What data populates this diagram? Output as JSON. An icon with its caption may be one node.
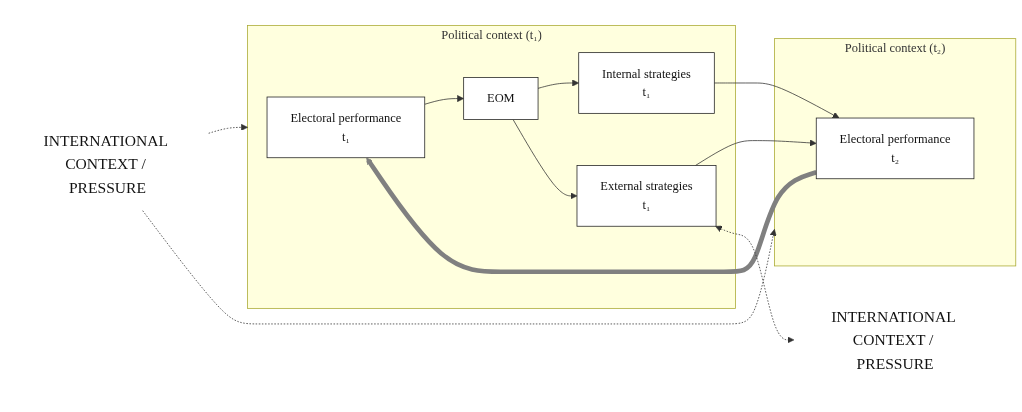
{
  "diagram": {
    "nodes": [
      {
        "text": [
          "INTERNATIONAL CONTEXT / PRESSURE"
        ]
      },
      {
        "text": [
          "Political context (t₁)"
        ]
      },
      {
        "text": [
          "Electoral performance",
          "t₁"
        ],
        "in": 1
      },
      {
        "text": [
          "EOM"
        ],
        "in": 1
      },
      {
        "text": [
          "Internal strategies",
          "t₁"
        ],
        "in": 1
      },
      {
        "text": [
          "External strategies",
          "t₁"
        ],
        "in": 1
      },
      {
        "text": [
          "Political context (t₂)"
        ]
      },
      {
        "text": [
          "Electoral performance",
          "t₂"
        ],
        "in": 6
      },
      {
        "text": [
          "INTERNATIONAL CONTEXT / PRESSURE"
        ]
      }
    ],
    "edges": [
      {
        "from": 0,
        "to": 1,
        "arrow": "to",
        "style": "dashed"
      },
      {
        "from": 0,
        "to": 6,
        "arrow": "to",
        "style": "dashed"
      },
      {
        "from": 2,
        "to": 3,
        "arrow": "to"
      },
      {
        "from": 3,
        "to": 4,
        "arrow": "to"
      },
      {
        "from": 3,
        "to": 5,
        "arrow": "to"
      },
      {
        "from": 4,
        "to": 7,
        "arrow": "to"
      },
      {
        "from": 5,
        "to": 7,
        "arrow": "to"
      },
      {
        "from": 7,
        "to": 2,
        "arrow": "to",
        "style": "thick",
        "color": "#808080"
      },
      {
        "from": 5,
        "to": 8,
        "arrow": "both",
        "style": "dashed"
      }
    ]
  }
}
